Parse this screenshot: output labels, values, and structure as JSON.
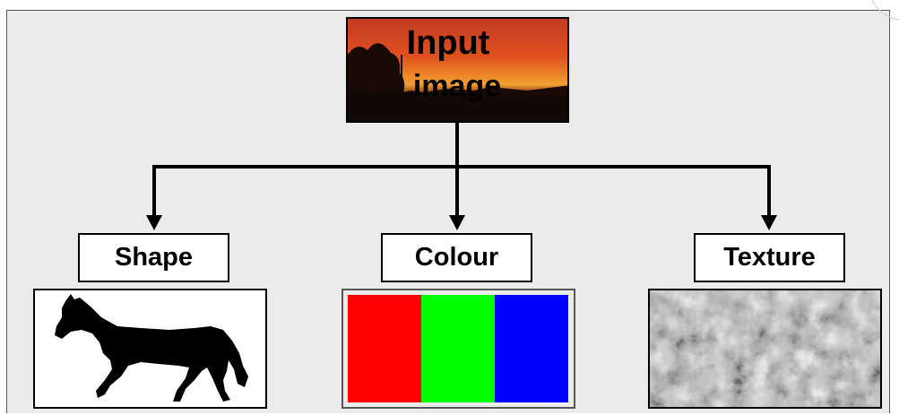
{
  "diagram": {
    "input": {
      "line1": "Input",
      "line2": "image"
    },
    "outputs": [
      {
        "label": "Shape"
      },
      {
        "label": "Colour"
      },
      {
        "label": "Texture"
      }
    ],
    "colour_swatches": [
      "#ff0000",
      "#00ff00",
      "#0000ff"
    ],
    "colors": {
      "panel": "#ebebeb",
      "arrow": "#000000",
      "sky": "#e8501e"
    }
  }
}
